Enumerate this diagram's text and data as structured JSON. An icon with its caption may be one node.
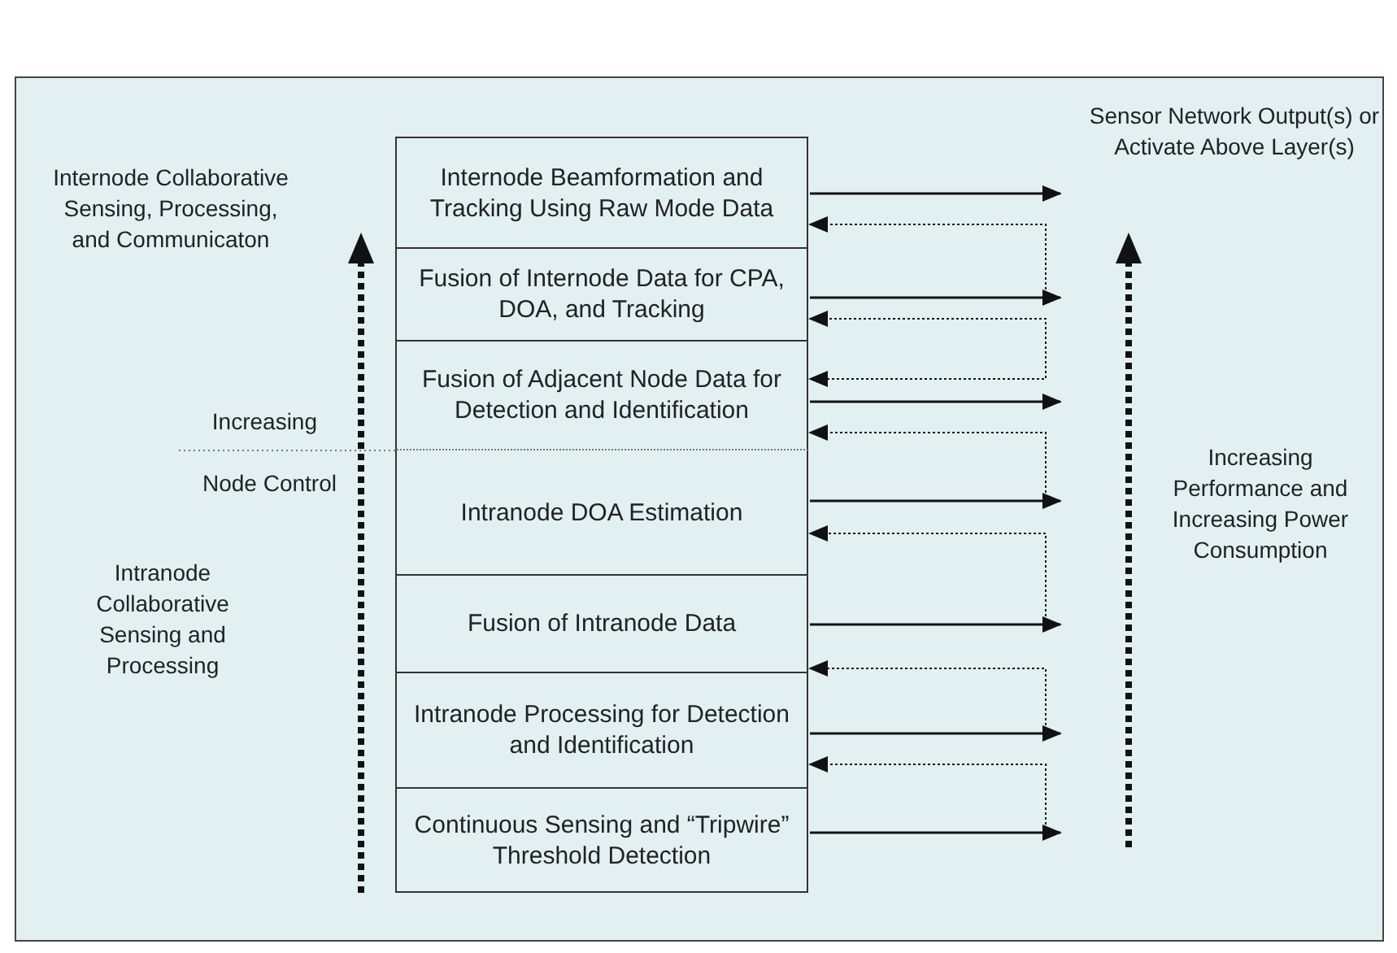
{
  "diagram": {
    "nodes": [
      {
        "text": [
          "Internode Beamformation and Tracking Using Raw Mode Data"
        ]
      },
      {
        "text": [
          "Fusion of Internode Data for CPA, DOA, and Tracking"
        ]
      },
      {
        "text": [
          "Fusion of Adjacent Node Data for Detection and Identification"
        ]
      },
      {
        "text": [
          "Intranode DOA Estimation"
        ]
      },
      {
        "text": [
          "Fusion of Intranode Data"
        ]
      },
      {
        "text": [
          "Intranode Processing for Detection and Identification"
        ]
      },
      {
        "text": [
          "Continuous Sensing and “Tripwire” Threshold Detection"
        ]
      }
    ],
    "edges": [
      {
        "from": 0,
        "to": null,
        "arrow": "to"
      },
      {
        "from": 1,
        "to": 0,
        "arrow": "to",
        "style": "dashed"
      },
      {
        "from": 1,
        "to": null,
        "arrow": "to"
      },
      {
        "from": 1,
        "to": 2,
        "arrow": "both",
        "style": "dashed"
      },
      {
        "from": 2,
        "to": null,
        "arrow": "to"
      },
      {
        "from": 3,
        "to": 2,
        "arrow": "to",
        "style": "dashed"
      },
      {
        "from": 3,
        "to": null,
        "arrow": "to"
      },
      {
        "from": 4,
        "to": 3,
        "arrow": "to",
        "style": "dashed"
      },
      {
        "from": 4,
        "to": null,
        "arrow": "to"
      },
      {
        "from": 5,
        "to": 4,
        "arrow": "to",
        "style": "dashed"
      },
      {
        "from": 5,
        "to": null,
        "arrow": "to"
      },
      {
        "from": 6,
        "to": 5,
        "arrow": "to",
        "style": "dashed"
      },
      {
        "from": 6,
        "to": null,
        "arrow": "to"
      }
    ],
    "labels": [
      "Sensor Network Output(s) or Activate Above Layer(s)",
      "Internode Collaborative Sensing, Processing, and Communicaton",
      "Increasing",
      "Node Control",
      "Intranode Collaborative Sensing and Processing",
      "Increasing Performance and Increasing Power Consumption"
    ]
  }
}
